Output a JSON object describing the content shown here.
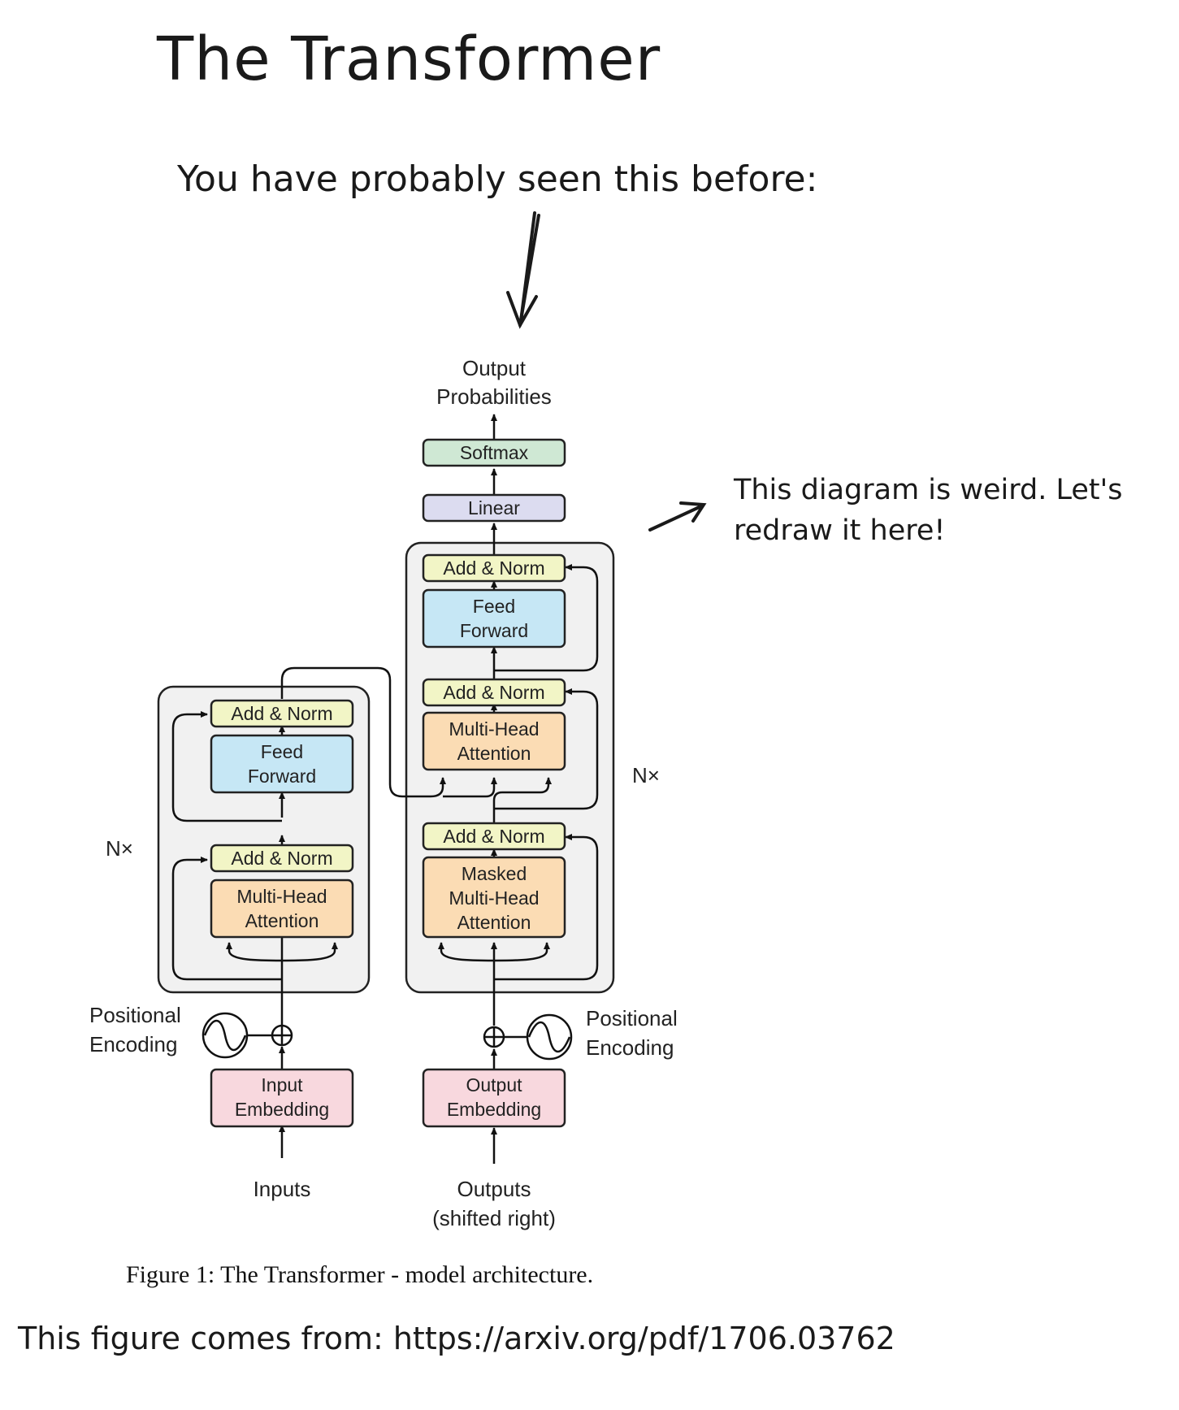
{
  "title": "The Transformer",
  "subtitle": "You have probably seen this before:",
  "note": "This diagram is weird. Let's redraw it here!",
  "source": "This figure comes from: https://arxiv.org/pdf/1706.03762",
  "caption": "Figure 1: The Transformer - model architecture.",
  "colors": {
    "softmax": "#cfe8d4",
    "linear": "#dcdcf0",
    "add_norm": "#f2f5c6",
    "feed_forward": "#c6e7f5",
    "attention": "#fbdcb4",
    "embedding": "#f8d8de",
    "stack_bg": "#f1f1f1"
  },
  "diagram": {
    "output_label_1": "Output",
    "output_label_2": "Probabilities",
    "softmax": "Softmax",
    "linear": "Linear",
    "encoder": {
      "add_norm_top": "Add & Norm",
      "ff_1": "Feed",
      "ff_2": "Forward",
      "add_norm_bottom": "Add & Norm",
      "mha_1": "Multi-Head",
      "mha_2": "Attention",
      "nx": "N×",
      "pe_1": "Positional",
      "pe_2": "Encoding",
      "emb_1": "Input",
      "emb_2": "Embedding",
      "inputs": "Inputs"
    },
    "decoder": {
      "add_norm_top": "Add & Norm",
      "ff_1": "Feed",
      "ff_2": "Forward",
      "add_norm_mid": "Add & Norm",
      "mha_1": "Multi-Head",
      "mha_2": "Attention",
      "add_norm_bottom": "Add & Norm",
      "masked_1": "Masked",
      "masked_2": "Multi-Head",
      "masked_3": "Attention",
      "nx": "N×",
      "pe_1": "Positional",
      "pe_2": "Encoding",
      "emb_1": "Output",
      "emb_2": "Embedding",
      "outputs_1": "Outputs",
      "outputs_2": "(shifted right)"
    }
  }
}
